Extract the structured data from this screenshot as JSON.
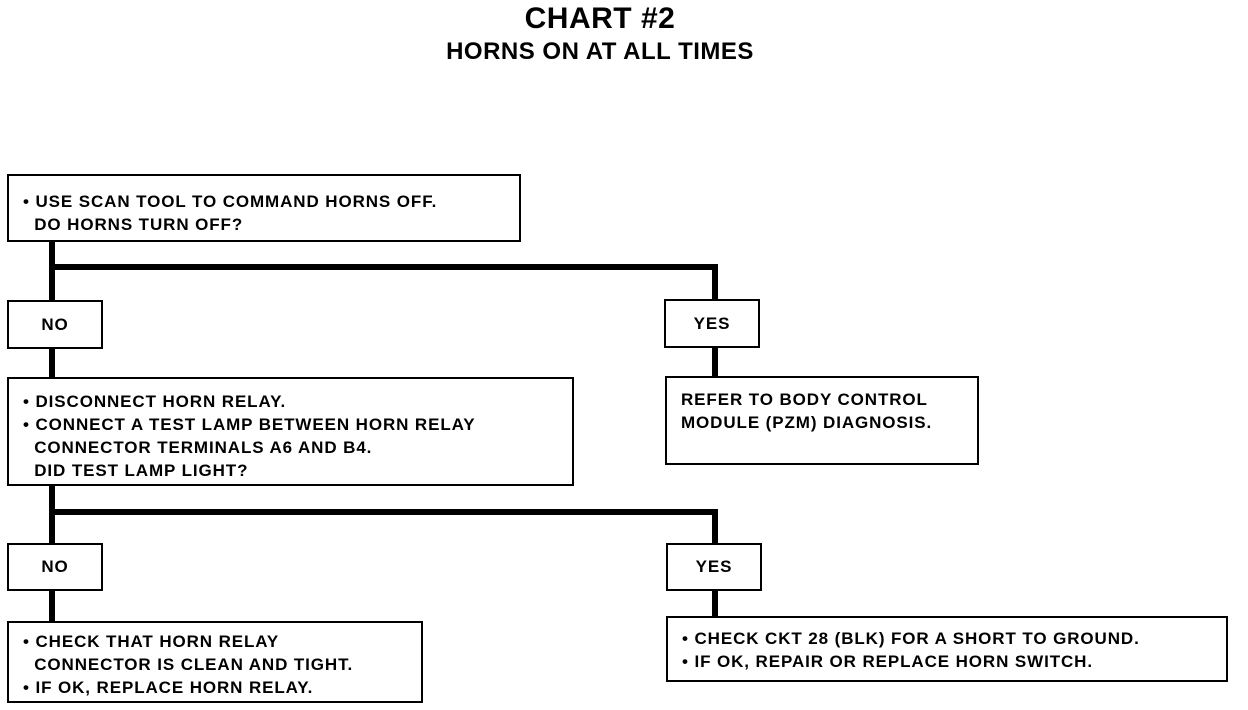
{
  "header": {
    "title": "CHART #2",
    "subtitle": "HORNS ON AT ALL TIMES"
  },
  "steps": {
    "step1": [
      "• USE SCAN TOOL TO COMMAND HORNS OFF.",
      "  DO HORNS TURN OFF?"
    ],
    "step1_no_label": "NO",
    "step1_yes_label": "YES",
    "yes_result": [
      "REFER TO BODY CONTROL",
      "MODULE (PZM) DIAGNOSIS."
    ],
    "step2": [
      "• DISCONNECT HORN RELAY.",
      "• CONNECT A TEST LAMP BETWEEN HORN RELAY",
      "  CONNECTOR TERMINALS A6 AND B4.",
      "  DID TEST LAMP LIGHT?"
    ],
    "step2_no_label": "NO",
    "step2_yes_label": "YES",
    "no_result": [
      "• CHECK THAT HORN RELAY",
      "  CONNECTOR IS CLEAN AND TIGHT.",
      "• IF OK, REPLACE HORN RELAY."
    ],
    "yes_result2": [
      "• CHECK CKT 28 (BLK) FOR A SHORT TO GROUND.",
      "• IF OK, REPAIR OR REPLACE HORN SWITCH."
    ]
  }
}
